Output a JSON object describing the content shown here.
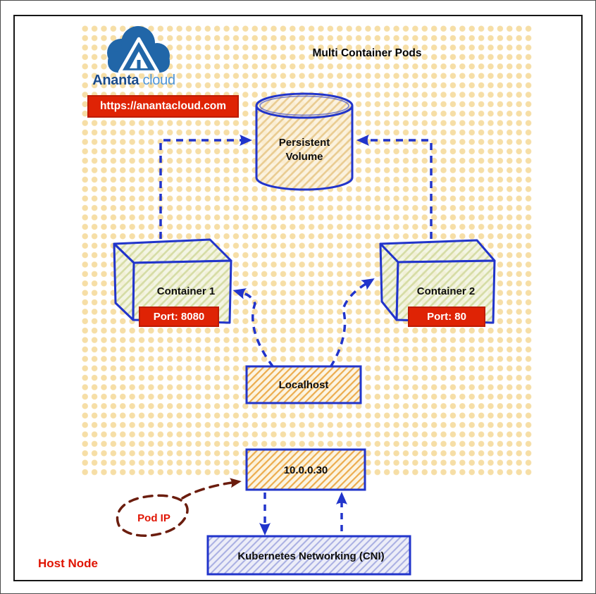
{
  "page": {
    "title": "Multi Container Pods"
  },
  "logo": {
    "brand_primary": "Ananta",
    "brand_secondary": "cloud",
    "url_badge": "https://anantacloud.com"
  },
  "diagram": {
    "persistent_volume": {
      "label_line1": "Persistent",
      "label_line2": "Volume"
    },
    "container1": {
      "label": "Container 1",
      "port_badge": "Port: 8080"
    },
    "container2": {
      "label": "Container 2",
      "port_badge": "Port: 80"
    },
    "localhost_box": {
      "label": "Localhost"
    },
    "pod_ip_box": {
      "label": "10.0.0.30"
    },
    "cni_box": {
      "label": "Kubernetes Networking (CNI)"
    },
    "pod_ip_annotation": {
      "label": "Pod IP"
    },
    "host_node": {
      "label": "Host Node"
    }
  },
  "colors": {
    "accent_blue": "#2134CB",
    "badge_red": "#DF2305",
    "text_red": "#E01402",
    "annotation_maroon": "#6B1D0E",
    "dot_pattern": "#F6DEA6",
    "logo_dark_blue": "#1A4B8C",
    "logo_light_blue": "#4E94D6",
    "cloud_blue": "#2166A8"
  }
}
